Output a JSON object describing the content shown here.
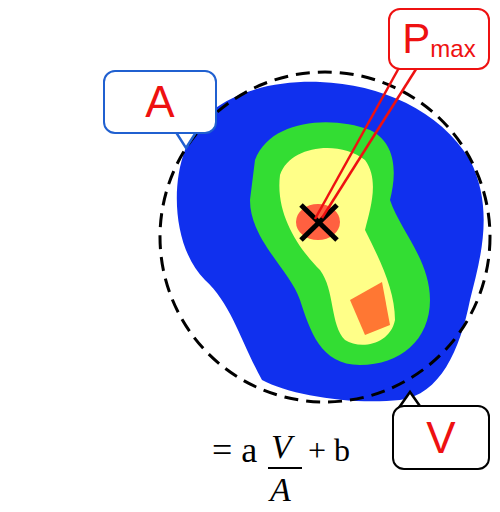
{
  "diagram": {
    "nodes": [
      {
        "text": [
          "A"
        ]
      },
      {
        "text": [
          "P",
          "max"
        ]
      },
      {
        "text": [
          "V"
        ]
      }
    ],
    "labels": [
      "= a",
      "V",
      "A",
      "+ b"
    ]
  }
}
